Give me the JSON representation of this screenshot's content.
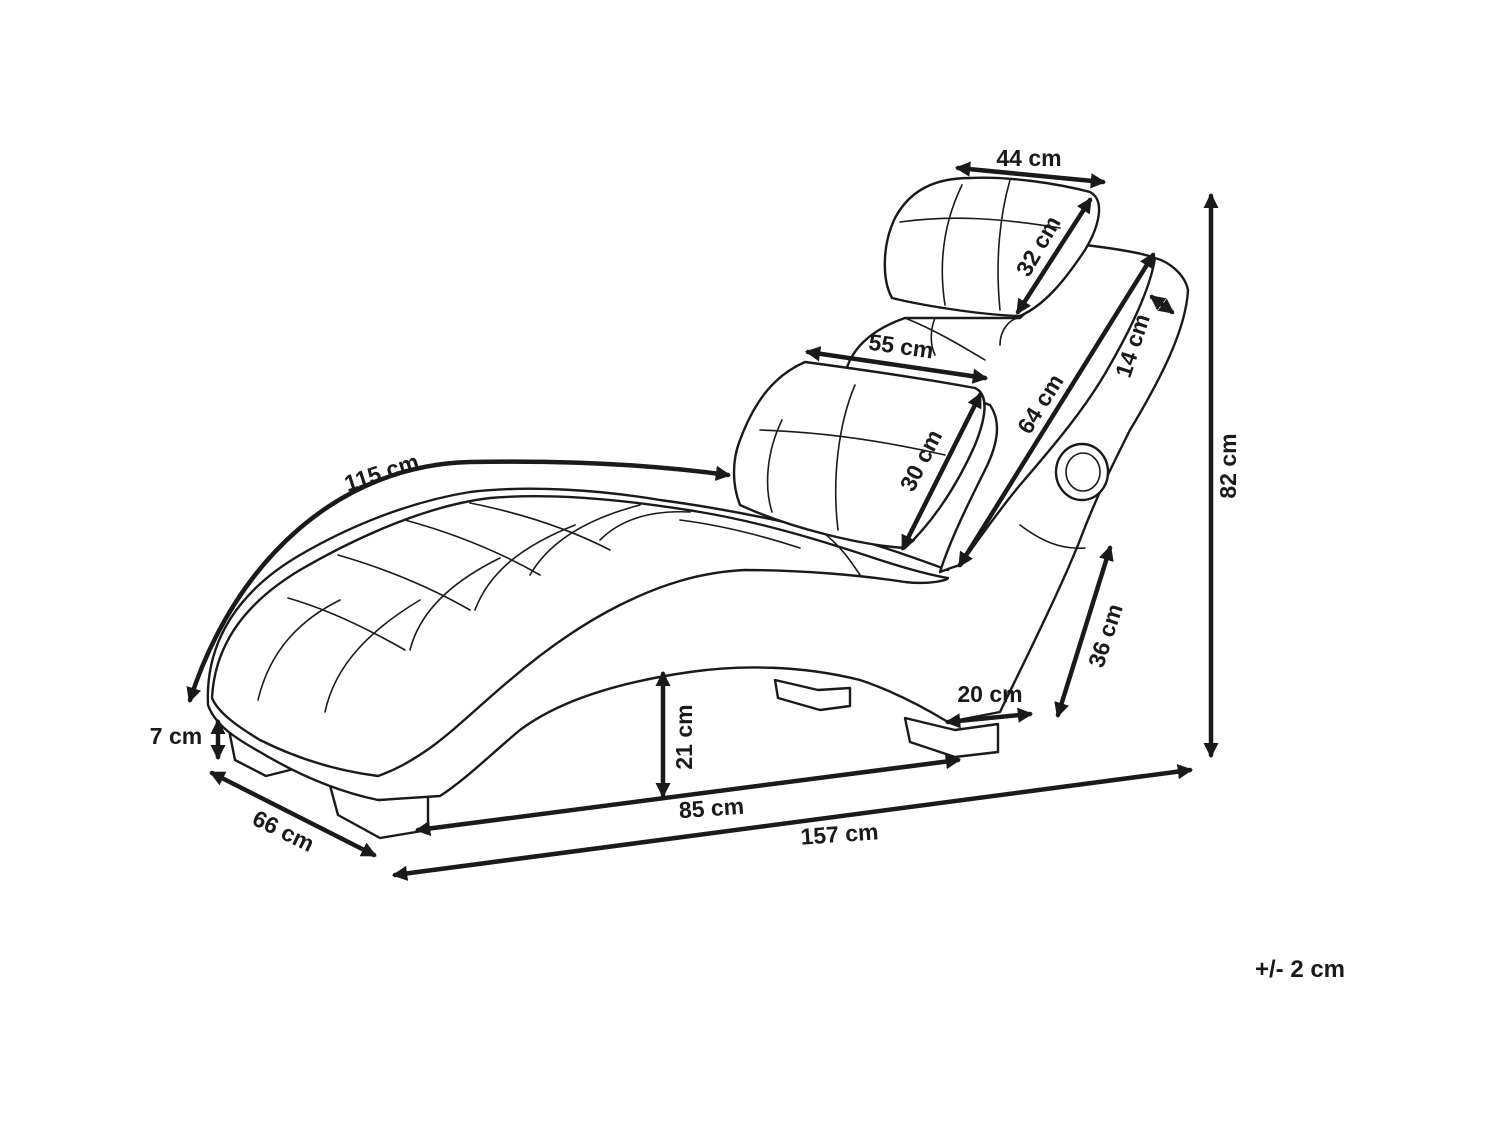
{
  "dimensions": {
    "headrest_width": "44 cm",
    "headrest_height": "32 cm",
    "pillow_width": "55 cm",
    "pillow_height": "30 cm",
    "seat_curve_length": "115 cm",
    "backrest_length": "64 cm",
    "side_panel_depth": "14 cm",
    "total_height": "82 cm",
    "side_height": "36 cm",
    "base_depth": "20 cm",
    "seat_clearance": "21 cm",
    "leg_height": "7 cm",
    "depth": "66 cm",
    "base_length": "85 cm",
    "total_length": "157 cm"
  },
  "tolerance": "+/- 2 cm",
  "colors": {
    "line": "#1a1a1a",
    "background": "#ffffff"
  }
}
